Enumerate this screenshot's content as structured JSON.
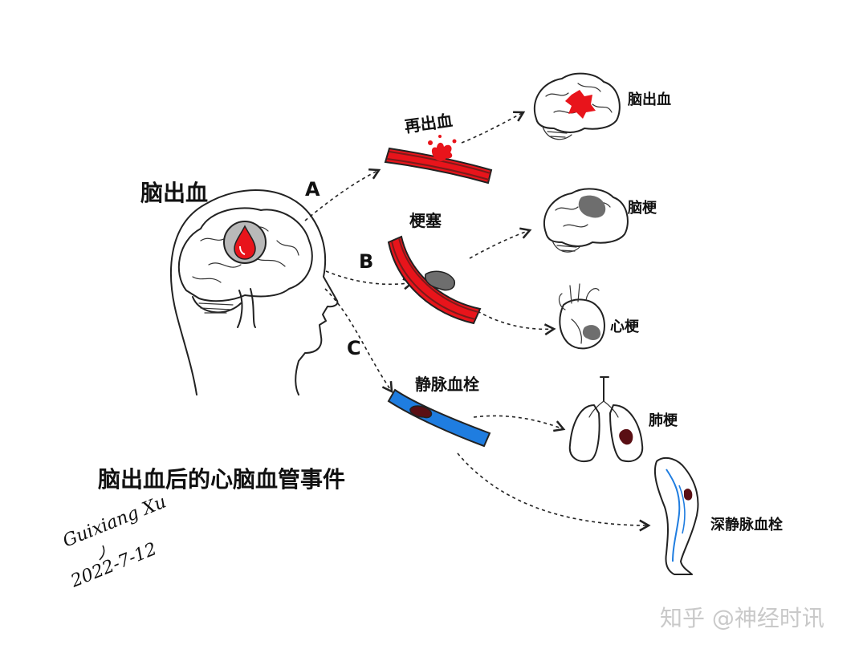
{
  "diagram": {
    "source_label": "脑出血",
    "title": "脑出血后的心脑血管事件",
    "branches": {
      "a": {
        "letter": "A",
        "event": "再出血",
        "outcomes": [
          "脑出血"
        ]
      },
      "b": {
        "letter": "B",
        "event": "梗塞",
        "outcomes": [
          "脑梗",
          "心梗"
        ]
      },
      "c": {
        "letter": "C",
        "event": "静脉血栓",
        "outcomes": [
          "肺梗",
          "深静脉血栓"
        ]
      }
    }
  },
  "signature": {
    "name": "Guixiang Xu",
    "date": "2022-7-12"
  },
  "watermark": "知乎 @神经时讯",
  "colors": {
    "artery_red": "#e8141b",
    "vein_blue": "#1f7de0",
    "clot_gray": "#6e6e6e",
    "clot_dark": "#5a0f14",
    "watermark_gray": "#c9c9c9"
  }
}
